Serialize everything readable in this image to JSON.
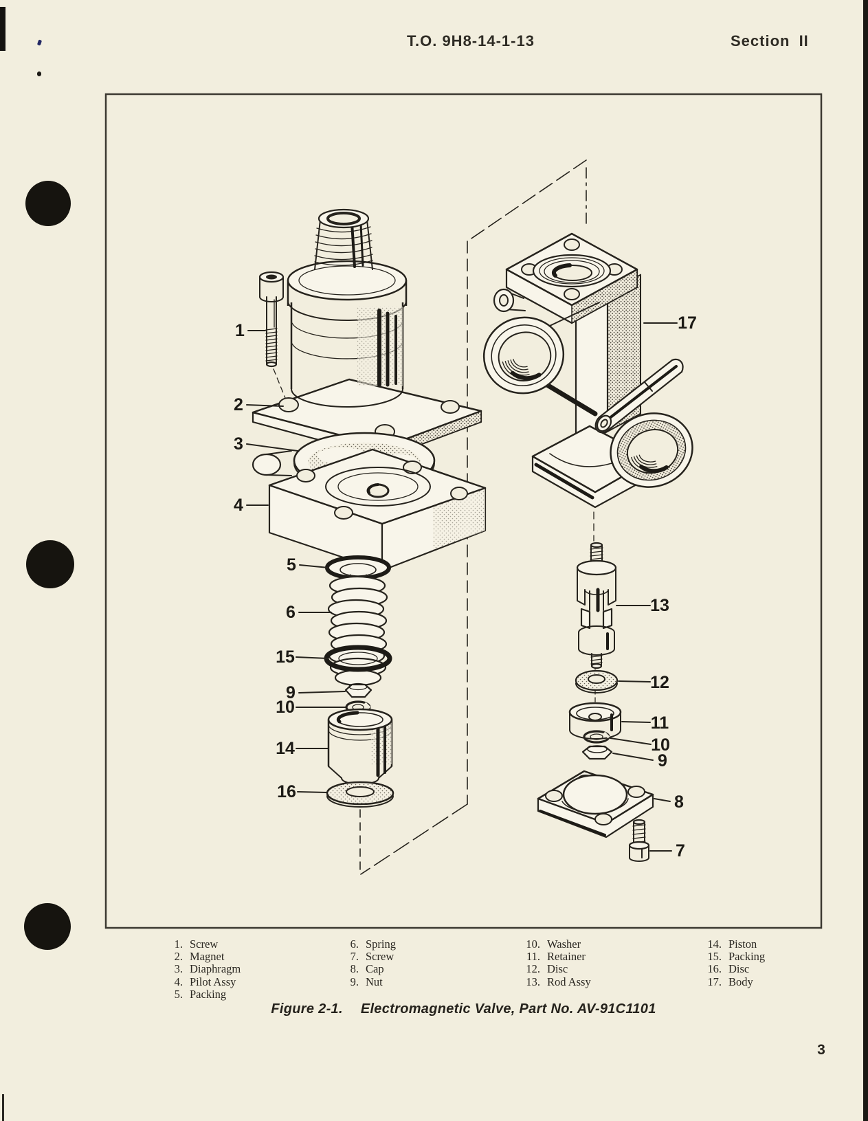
{
  "header": {
    "to_number": "T.O. 9H8-14-1-13",
    "section": "Section II"
  },
  "figure": {
    "caption_label": "Figure 2-1.",
    "caption_title": "Electromagnetic Valve, Part No. AV-91C1101",
    "callouts": [
      {
        "label": "1"
      },
      {
        "label": "2"
      },
      {
        "label": "3"
      },
      {
        "label": "4"
      },
      {
        "label": "5"
      },
      {
        "label": "6"
      },
      {
        "label": "15"
      },
      {
        "label": "9"
      },
      {
        "label": "10"
      },
      {
        "label": "14"
      },
      {
        "label": "16"
      },
      {
        "label": "17"
      },
      {
        "label": "13"
      },
      {
        "label": "12"
      },
      {
        "label": "11"
      },
      {
        "label": "10"
      },
      {
        "label": "9"
      },
      {
        "label": "8"
      },
      {
        "label": "7"
      }
    ]
  },
  "legend": {
    "columns": [
      {
        "items": [
          {
            "num": "1.",
            "name": "Screw"
          },
          {
            "num": "2.",
            "name": "Magnet"
          },
          {
            "num": "3.",
            "name": "Diaphragm"
          },
          {
            "num": "4.",
            "name": "Pilot Assy"
          },
          {
            "num": "5.",
            "name": "Packing"
          }
        ]
      },
      {
        "items": [
          {
            "num": "6.",
            "name": "Spring"
          },
          {
            "num": "7.",
            "name": "Screw"
          },
          {
            "num": "8.",
            "name": "Cap"
          },
          {
            "num": "9.",
            "name": "Nut"
          }
        ]
      },
      {
        "items": [
          {
            "num": "10.",
            "name": "Washer"
          },
          {
            "num": "11.",
            "name": "Retainer"
          },
          {
            "num": "12.",
            "name": "Disc"
          },
          {
            "num": "13.",
            "name": "Rod Assy"
          }
        ]
      },
      {
        "items": [
          {
            "num": "14.",
            "name": "Piston"
          },
          {
            "num": "15.",
            "name": "Packing"
          },
          {
            "num": "16.",
            "name": "Disc"
          },
          {
            "num": "17.",
            "name": "Body"
          }
        ]
      }
    ]
  },
  "page_number": "3",
  "colors": {
    "paper": "#f2eede",
    "ink": "#26231d"
  }
}
